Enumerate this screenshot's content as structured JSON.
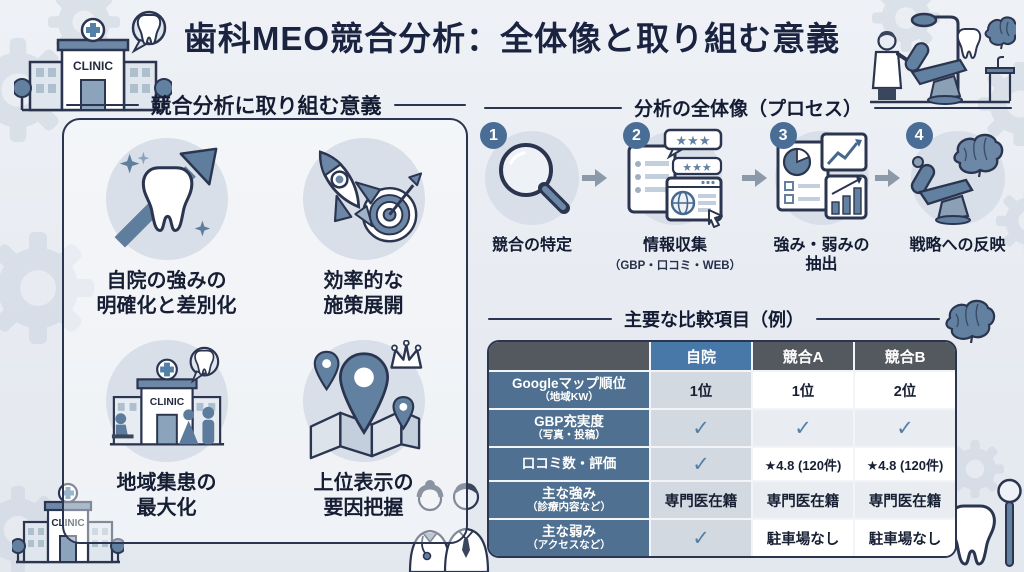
{
  "title": "歯科MEO競合分析：全体像と取り組む意義",
  "left_panel": {
    "title": "競合分析に取り組む意義",
    "items": [
      {
        "icon": "tooth-growth-icon",
        "line1": "自院の強みの",
        "line2": "明確化と差別化"
      },
      {
        "icon": "rocket-target-icon",
        "line1": "効率的な",
        "line2": "施策展開"
      },
      {
        "icon": "clinic-patients-icon",
        "line1": "地域集患の",
        "line2": "最大化"
      },
      {
        "icon": "map-ranking-icon",
        "line1": "上位表示の",
        "line2": "要因把握"
      }
    ]
  },
  "process": {
    "title": "分析の全体像（プロセス）",
    "steps": [
      {
        "number": "1",
        "icon": "magnifier-icon",
        "label": "競合の特定",
        "sublabel": ""
      },
      {
        "number": "2",
        "icon": "info-collection-icon",
        "label": "情報収集",
        "sublabel": "（GBP・口コミ・WEB）"
      },
      {
        "number": "3",
        "icon": "analysis-charts-icon",
        "label": "強み・弱みの",
        "label2": "抽出",
        "sublabel": ""
      },
      {
        "number": "4",
        "icon": "strategy-icon",
        "label": "戦略への反映",
        "sublabel": ""
      }
    ]
  },
  "comparison": {
    "title": "主要な比較項目（例）",
    "columns": {
      "own": "自院",
      "a": "競合A",
      "b": "競合B"
    },
    "rows": [
      {
        "label": "Googleマップ順位",
        "sublabel": "（地域KW）",
        "own": "1位",
        "a": "1位",
        "b": "2位"
      },
      {
        "label": "GBP充実度",
        "sublabel": "（写真・投稿）",
        "own": "✓",
        "a": "✓",
        "b": "✓"
      },
      {
        "label": "口コミ数・評価",
        "sublabel": "",
        "own": "✓",
        "a": "★4.8 (120件)",
        "b": "★4.8 (120件)"
      },
      {
        "label": "主な強み",
        "sublabel": "（診療内容など）",
        "own": "専門医在籍",
        "a": "専門医在籍",
        "b": "専門医在籍"
      },
      {
        "label": "主な弱み",
        "sublabel": "（アクセスなど）",
        "own": "✓",
        "a": "駐車場なし",
        "b": "駐車場なし"
      }
    ]
  },
  "decor": {
    "clinic_sign": "CLINIC",
    "stars": "★★★"
  },
  "colors": {
    "background": "#e9edf2",
    "navy": "#1a2340",
    "steel_blue": "#62809f",
    "table_own_header": "#4878a7",
    "table_row_label": "#4f7090",
    "table_dark_header": "#54585f",
    "check": "#5480a8"
  }
}
